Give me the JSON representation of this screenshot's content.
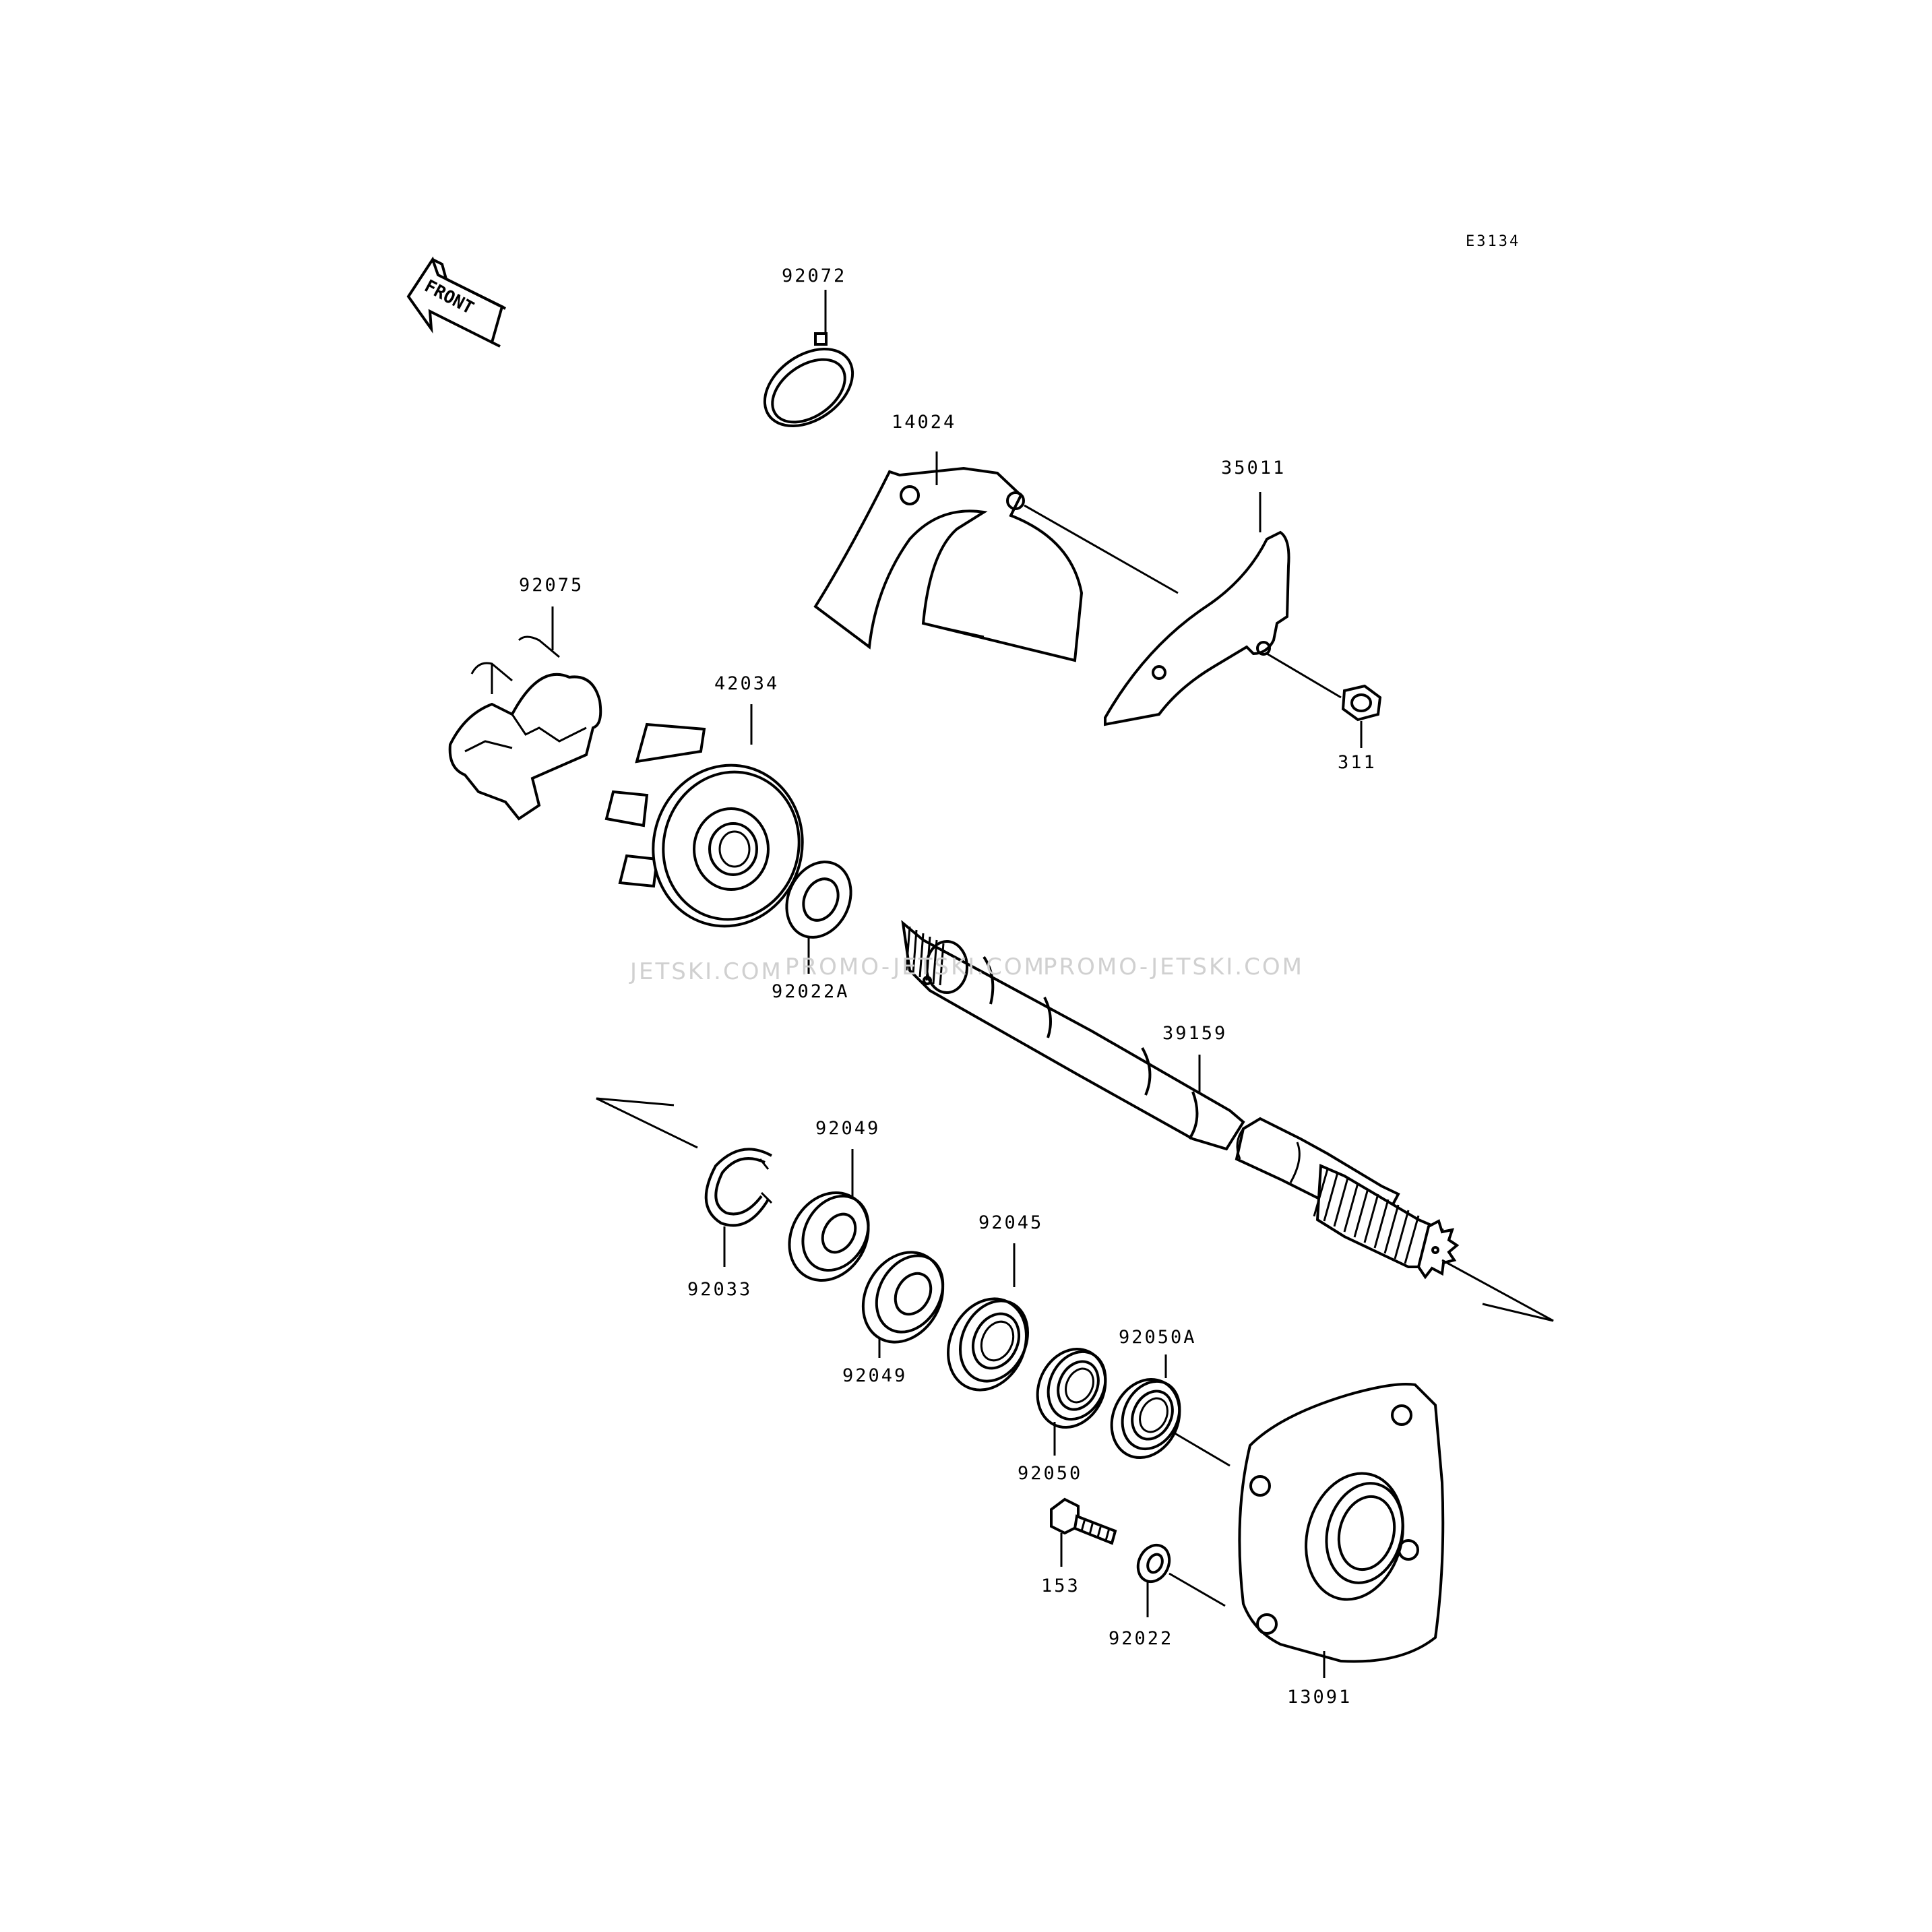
{
  "diagram_code": "E3134",
  "front_label": "FRONT",
  "watermark": {
    "part1": "JETSKI.COM",
    "part2": "PROMO-JETSKI.COM",
    "part3": "PROMO-JETSKI.COM"
  },
  "parts": {
    "p92072": "92072",
    "p14024": "14024",
    "p35011": "35011",
    "p92075": "92075",
    "p42034": "42034",
    "p311": "311",
    "p92022A": "92022A",
    "p39159": "39159",
    "p92049a": "92049",
    "p92033": "92033",
    "p92049b": "92049",
    "p92045": "92045",
    "p92050A": "92050A",
    "p92050": "92050",
    "p153": "153",
    "p92022": "92022",
    "p13091": "13091"
  }
}
